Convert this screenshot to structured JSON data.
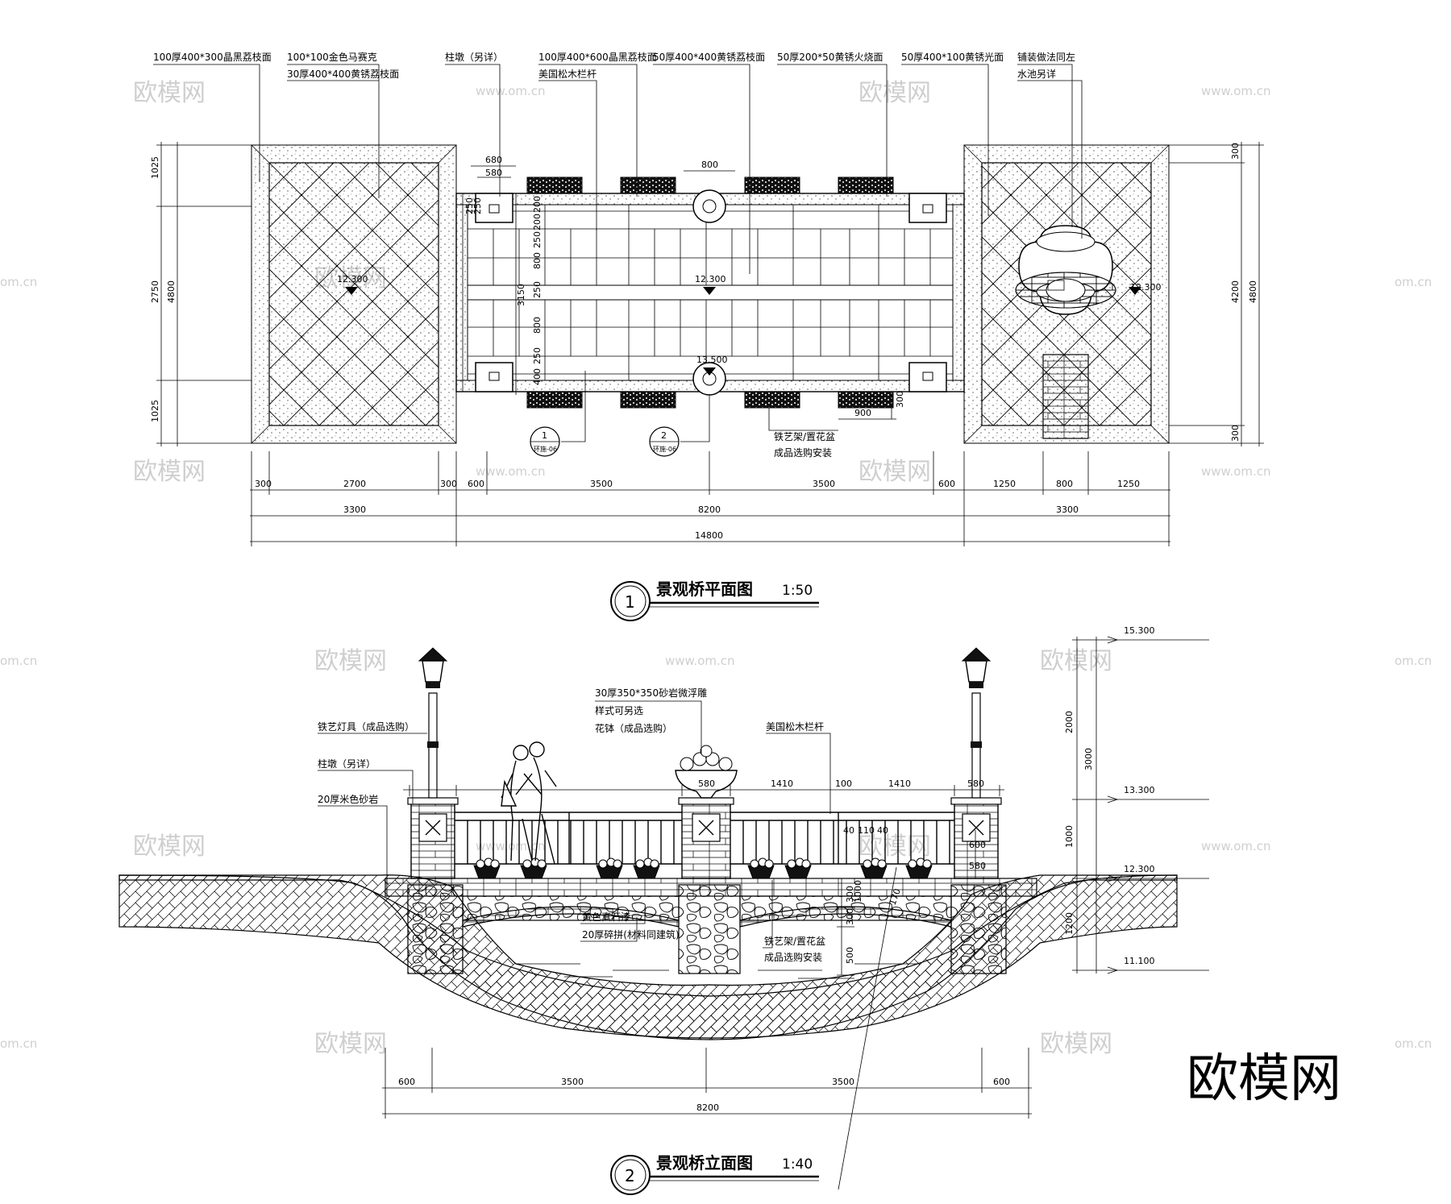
{
  "plan": {
    "title": "景观桥平面图",
    "scale": "1:50",
    "number": "1",
    "labels": {
      "l1": "100厚400*300晶黑荔枝面",
      "l2": "100*100金色马赛克",
      "l3": "30厚400*400黄锈荔枝面",
      "l4": "柱墩（另详）",
      "l5": "100厚400*600晶黑荔枝面",
      "l6": "美国松木栏杆",
      "l7": "50厚400*400黄锈荔枝面",
      "l8": "50厚200*50黄锈火烧面",
      "l9": "50厚400*100黄锈光面",
      "l10": "铺装做法同左",
      "l11": "水池另详",
      "l12": "铁艺架/置花盆",
      "l13": "成品选购安装"
    },
    "elevations": {
      "e1": "12.300",
      "e2": "12.300",
      "e3": "12.300",
      "e4": "13.500"
    },
    "refs": {
      "r1_num": "1",
      "r1_sheet": "环施-06",
      "r2_num": "2",
      "r2_sheet": "环施-06"
    },
    "dims": {
      "bottom1": [
        "300",
        "2700",
        "300",
        "600",
        "3500",
        "3500",
        "600",
        "1250",
        "800",
        "1250"
      ],
      "bottom2": [
        "3300",
        "8200",
        "3300"
      ],
      "total": "14800",
      "left": [
        "1025",
        "2750",
        "1025",
        "4800"
      ],
      "right": [
        "300",
        "4200",
        "300",
        "4800"
      ],
      "inner": [
        "680",
        "580",
        "800",
        "900",
        "300",
        "3150",
        "250",
        "250",
        "200",
        "200",
        "250",
        "800",
        "250",
        "800",
        "250",
        "400"
      ]
    }
  },
  "elevation": {
    "title": "景观桥立面图",
    "scale": "1:40",
    "number": "2",
    "labels": {
      "a1": "铁艺灯具（成品选购）",
      "a2": "柱墩（另详）",
      "a3": "20厚米色砂岩",
      "a4": "30厚350*350砂岩微浮雕",
      "a5": "样式可另选",
      "a6": "花钵（成品选购）",
      "a7": "美国松木栏杆",
      "a8": "黄色真石漆",
      "a9": "20厚碎拼(材料同建筑)",
      "a10": "铁艺架/置花盆",
      "a11": "成品选购安装"
    },
    "levels": {
      "v1": "15.300",
      "v2": "13.300",
      "v3": "12.300",
      "v4": "11.100"
    },
    "dims": {
      "top": [
        "580",
        "1410",
        "100",
        "1410",
        "580"
      ],
      "rail": [
        "40",
        "110",
        "40"
      ],
      "right": [
        "2000",
        "3000",
        "1000",
        "1200"
      ],
      "mid": [
        "300",
        "500",
        "600",
        "580",
        "300",
        "1000",
        "170"
      ],
      "bottom1": [
        "600",
        "3500",
        "3500",
        "600"
      ],
      "bottom2": "8200"
    }
  },
  "watermark": {
    "brand": "欧模网",
    "url": "www.om.cn",
    "url_short": "om.cn"
  }
}
